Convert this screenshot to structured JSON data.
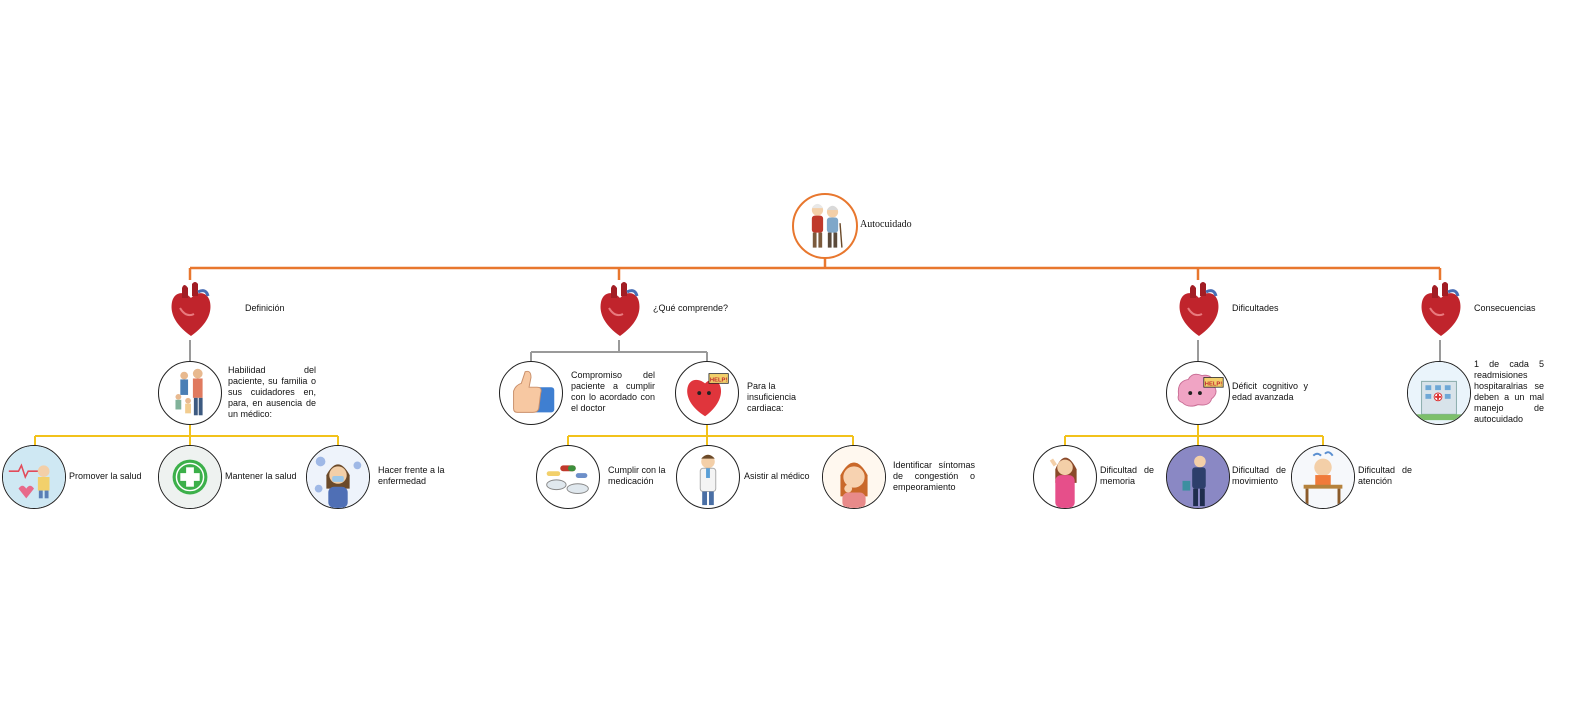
{
  "root": {
    "label": "Autocuidado",
    "icon": "elderly-couple-icon"
  },
  "branches": [
    {
      "label": "Definición",
      "icon": "heart-icon",
      "children": [
        {
          "label": "Habilidad del paciente, su familia o sus cuidadores en, para, en ausencia de un médico:",
          "icon": "family-icon",
          "children": [
            {
              "label": "Promover la salud",
              "icon": "health-promotion-icon"
            },
            {
              "label": "Mantener la salud",
              "icon": "medical-cross-icon"
            },
            {
              "label": "Hacer frente a la enfermedad",
              "icon": "sick-woman-icon"
            }
          ]
        }
      ]
    },
    {
      "label": "¿Qué comprende?",
      "icon": "heart-icon",
      "children": [
        {
          "label": "Compromiso del paciente a cumplir con lo acordado con el doctor",
          "icon": "thumbs-up-icon"
        },
        {
          "label": "Para la insuficiencia cardiaca:",
          "icon": "heart-help-icon",
          "children": [
            {
              "label": "Cumplir con la medicación",
              "icon": "pills-icon"
            },
            {
              "label": "Asistir al médico",
              "icon": "doctor-icon"
            },
            {
              "label": "Identificar síntomas de congestión o empeoramiento",
              "icon": "symptoms-icon"
            }
          ]
        }
      ]
    },
    {
      "label": "Dificultades",
      "icon": "heart-icon",
      "children": [
        {
          "label": "Déficit cognitivo y edad avanzada",
          "icon": "brain-help-icon",
          "children": [
            {
              "label": "Dificultad de memoria",
              "icon": "headache-woman-icon"
            },
            {
              "label": "Dificultad de movimiento",
              "icon": "back-pain-man-icon"
            },
            {
              "label": "Dificultad de atención",
              "icon": "distracted-student-icon"
            }
          ]
        }
      ]
    },
    {
      "label": "Consecuencias",
      "icon": "heart-icon",
      "children": [
        {
          "label": "1 de cada 5 readmisiones hospitaralrias se deben a un mal manejo de autocuidado",
          "icon": "hospital-icon"
        }
      ]
    }
  ],
  "colors": {
    "root_line": "#E8772E",
    "root_ring": "#E8772E",
    "branch_line": "#9a9a9a",
    "leaf_line": "#F2C21B",
    "heart": "#c0242c"
  }
}
